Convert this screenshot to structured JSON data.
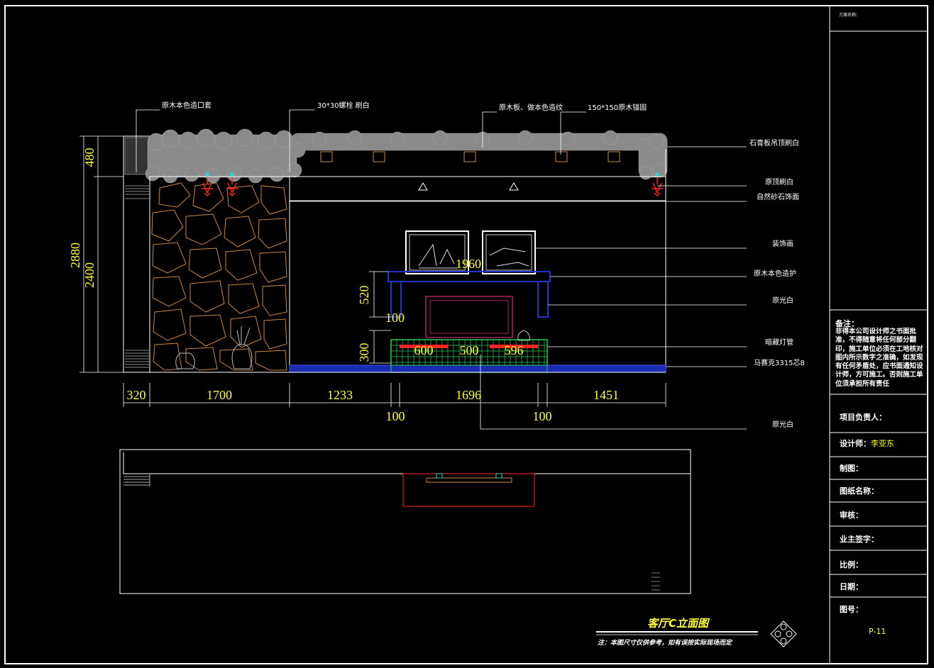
{
  "title_block": {
    "top_note": "方案名称：",
    "remarks_title": "备注：",
    "remarks_text": "非得本公司设计师之书面批准，不得随意将任何部分翻印，施工单位必须在工地核对图内所示数字之准确，如发现有任何矛盾处，应书面通知设计师，方可施工。否则施工单位须承担所有责任",
    "rows": [
      {
        "label": "项目负责人：",
        "value": ""
      },
      {
        "label": "设计师：",
        "value": "李亚东"
      },
      {
        "label": "制图：",
        "value": ""
      },
      {
        "label": "图纸名称：",
        "value": ""
      },
      {
        "label": "审核：",
        "value": ""
      },
      {
        "label": "业主签字：",
        "value": ""
      },
      {
        "label": "比例：",
        "value": ""
      },
      {
        "label": "日期：",
        "value": ""
      },
      {
        "label": "图号：",
        "value": ""
      }
    ],
    "sheet_number": "P-11"
  },
  "drawing": {
    "title": "客厅C立面图",
    "note": "注：本图尺寸仅供参考，如有误按实际现场而定"
  },
  "annotations": {
    "top": [
      "原木本色造口套",
      "30*30螺栓  刷白",
      "原木板、做本色造纹",
      "150*150原木锚固"
    ],
    "right": [
      "石膏板吊顶刷白",
      "原顶刷白",
      "自然砂石饰面",
      "装饰画",
      "原木本色造护",
      "原光白",
      "暗藏灯管",
      "马赛克3315芯8",
      "原光白"
    ]
  },
  "dimensions": {
    "vertical_left": [
      "480",
      "2880",
      "2400"
    ],
    "vertical_inner": [
      "520",
      "100",
      "300"
    ],
    "horizontal_main": [
      "320",
      "1700",
      "1233",
      "1696",
      "1451"
    ],
    "horizontal_sub": [
      "100",
      "100"
    ],
    "cabinet_top": "1960",
    "cabinet_inner": [
      "600",
      "500",
      "596"
    ]
  },
  "colors": {
    "background": "#000000",
    "line": "#ffffff",
    "dimension_text": "#ffff33",
    "stone": "#c8874a",
    "cloud": "#8a8a8a",
    "cabinet": "#2233cc",
    "mosaic": "#22cc55",
    "accent_red": "#ff2222",
    "cyan": "#33cccc"
  }
}
